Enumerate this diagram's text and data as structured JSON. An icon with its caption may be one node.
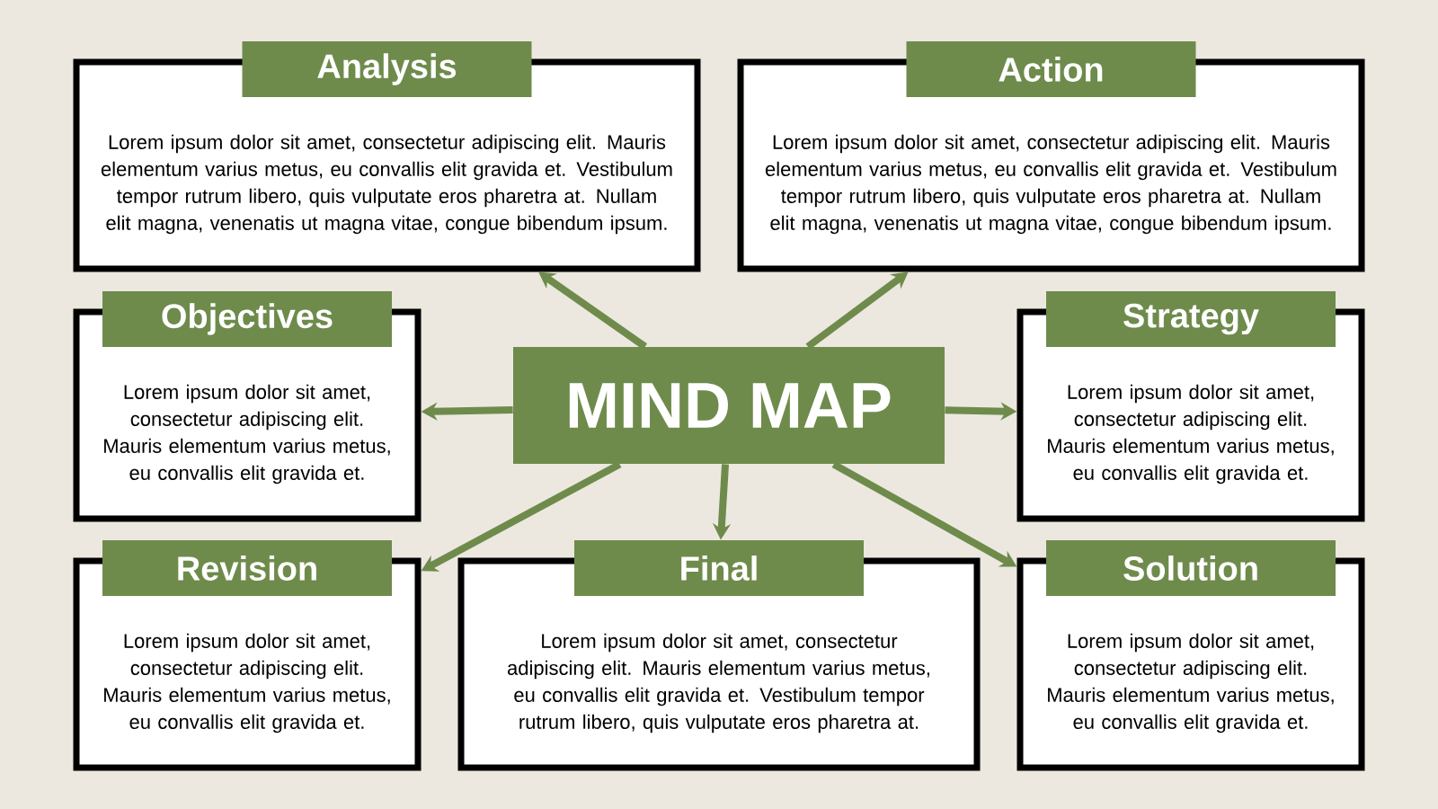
{
  "diagram": {
    "nodes": [
      {
        "text": [
          "MIND MAP"
        ]
      },
      {
        "text": [
          "Analysis",
          "Lorem ipsum dolor sit amet, consectetur adipiscing elit. Mauris elementum varius metus, eu convallis elit gravida et. Vestibulum tempor rutrum libero, quis vulputate eros pharetra at. Nullam elit magna, venenatis ut magna vitae, congue bibendum ipsum."
        ]
      },
      {
        "text": [
          "Action",
          "Lorem ipsum dolor sit amet, consectetur adipiscing elit. Mauris elementum varius metus, eu convallis elit gravida et. Vestibulum tempor rutrum libero, quis vulputate eros pharetra at. Nullam elit magna, venenatis ut magna vitae, congue bibendum ipsum."
        ]
      },
      {
        "text": [
          "Objectives",
          "Lorem ipsum dolor sit amet, consectetur adipiscing elit. Mauris elementum varius metus, eu convallis elit gravida et."
        ]
      },
      {
        "text": [
          "Strategy",
          "Lorem ipsum dolor sit amet, consectetur adipiscing elit. Mauris elementum varius metus, eu convallis elit gravida et."
        ]
      },
      {
        "text": [
          "Revision",
          "Lorem ipsum dolor sit amet, consectetur adipiscing elit. Mauris elementum varius metus, eu convallis elit gravida et."
        ]
      },
      {
        "text": [
          "Final",
          "Lorem ipsum dolor sit amet, consectetur adipiscing elit. Mauris elementum varius metus, eu convallis elit gravida et. Vestibulum tempor rutrum libero, quis vulputate eros pharetra at."
        ]
      },
      {
        "text": [
          "Solution",
          "Lorem ipsum dolor sit amet, consectetur adipiscing elit. Mauris elementum varius metus, eu convallis elit gravida et."
        ]
      }
    ],
    "edges": [
      {
        "from": 0,
        "to": 1,
        "arrow": "to"
      },
      {
        "from": 0,
        "to": 2,
        "arrow": "to"
      },
      {
        "from": 0,
        "to": 3,
        "arrow": "to"
      },
      {
        "from": 0,
        "to": 4,
        "arrow": "to"
      },
      {
        "from": 0,
        "to": 5,
        "arrow": "to"
      },
      {
        "from": 0,
        "to": 6,
        "arrow": "to"
      },
      {
        "from": 0,
        "to": 7,
        "arrow": "to"
      }
    ]
  }
}
